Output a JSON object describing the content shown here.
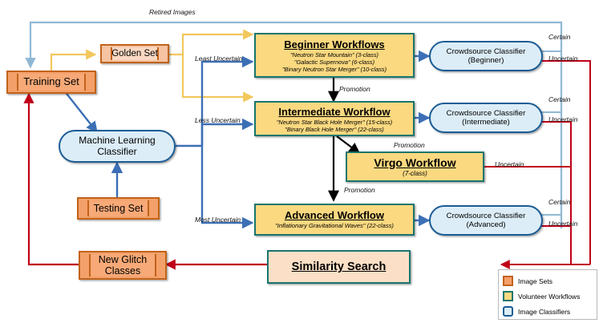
{
  "diagram": {
    "title": "Gravity Spy classification workflow",
    "colors": {
      "image_set_fill": "#F4A06A",
      "image_set_border": "#C1631A",
      "workflow_fill": "#FAD980",
      "workflow_border": "#18756E",
      "classifier_fill": "#DCEDF7",
      "classifier_border": "#1B5C95",
      "similarity_fill": "#FBDFC6",
      "retired_line": "#8FB8D4",
      "golden_line": "#F2C75C",
      "ml_line": "#3C6FB5",
      "uncertain_line": "#C00018",
      "promotion_line": "#000000"
    }
  },
  "nodes": {
    "training_set": {
      "label": "Training Set"
    },
    "testing_set": {
      "label": "Testing Set"
    },
    "golden_set": {
      "label": "Golden Set"
    },
    "new_glitch_classes": {
      "label_line1": "New Glitch",
      "label_line2": "Classes"
    },
    "ml_classifier": {
      "label_line1": "Machine Learning",
      "label_line2": "Classifier"
    },
    "beginner_workflow": {
      "title": "Beginner Workflows",
      "items": [
        "\"Neutron Star Mountain\" (3-class)",
        "\"Galactic Supernova\" (6-class)",
        "\"Binary Neutron Star Merger\" (10-class)"
      ]
    },
    "intermediate_workflow": {
      "title": "Intermediate Workflow",
      "items": [
        "\"Neutron Star Black Hole Merger\" (15-class)",
        "\"Binary Black Hole Merger\" (22-class)"
      ]
    },
    "virgo_workflow": {
      "title": "Virgo Workflow",
      "items": [
        "(7-class)"
      ]
    },
    "advanced_workflow": {
      "title": "Advanced Workflow",
      "items": [
        "\"Inflationary Gravitational Waves\" (22-class)"
      ]
    },
    "similarity_search": {
      "title": "Similarity Search"
    },
    "classifier_beginner": {
      "line1": "Crowdsource Classifier",
      "line2": "(Beginner)"
    },
    "classifier_intermediate": {
      "line1": "Crowdsource Classifier",
      "line2": "(Intermediate)"
    },
    "classifier_advanced": {
      "line1": "Crowdsource Classifier",
      "line2": "(Advanced)"
    }
  },
  "edge_labels": {
    "retired_images": "Retired Images",
    "least_uncertain": "Least Uncertain",
    "less_uncertain": "Less Uncertain",
    "most_uncertain": "Most Uncertain",
    "promotion_1": "Promotion",
    "promotion_2": "Promotion",
    "promotion_3": "Promotion",
    "certain_beginner": "Certain",
    "uncertain_beginner": "Uncertain",
    "certain_intermediate": "Certain",
    "uncertain_intermediate": "Uncertain",
    "uncertain_virgo": "Uncertain",
    "certain_advanced": "Certain",
    "uncertain_advanced": "Uncertain"
  },
  "legend": {
    "items": [
      {
        "label": "Image Sets",
        "swatch": "image-set-swatch"
      },
      {
        "label": "Volunteer Workflows",
        "swatch": "volunteer-workflow-swatch"
      },
      {
        "label": "Image Classifiers",
        "swatch": "image-classifier-swatch"
      }
    ]
  }
}
